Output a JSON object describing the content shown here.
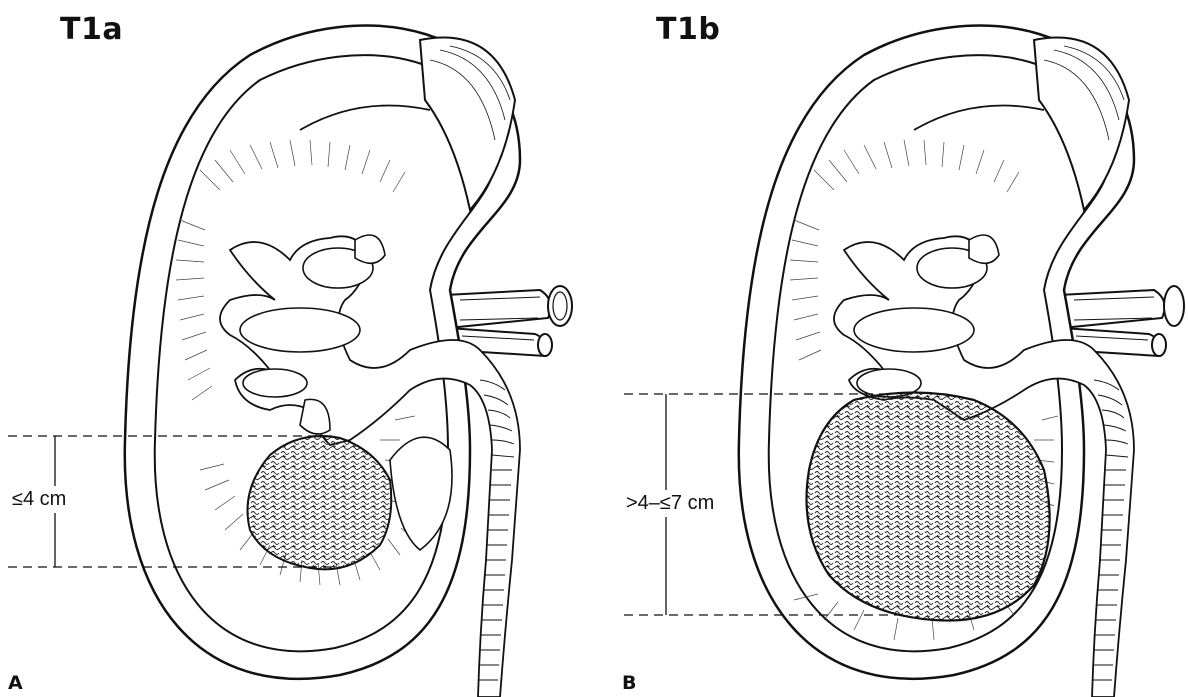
{
  "panels": [
    {
      "id": "A",
      "stage": "T1a",
      "label": "A",
      "size_label": "≤4 cm",
      "max_tumor_size_cm": 4
    },
    {
      "id": "B",
      "stage": "T1b",
      "label": "B",
      "size_label": ">4–≤7 cm",
      "min_tumor_size_cm": 4,
      "max_tumor_size_cm": 7
    }
  ]
}
